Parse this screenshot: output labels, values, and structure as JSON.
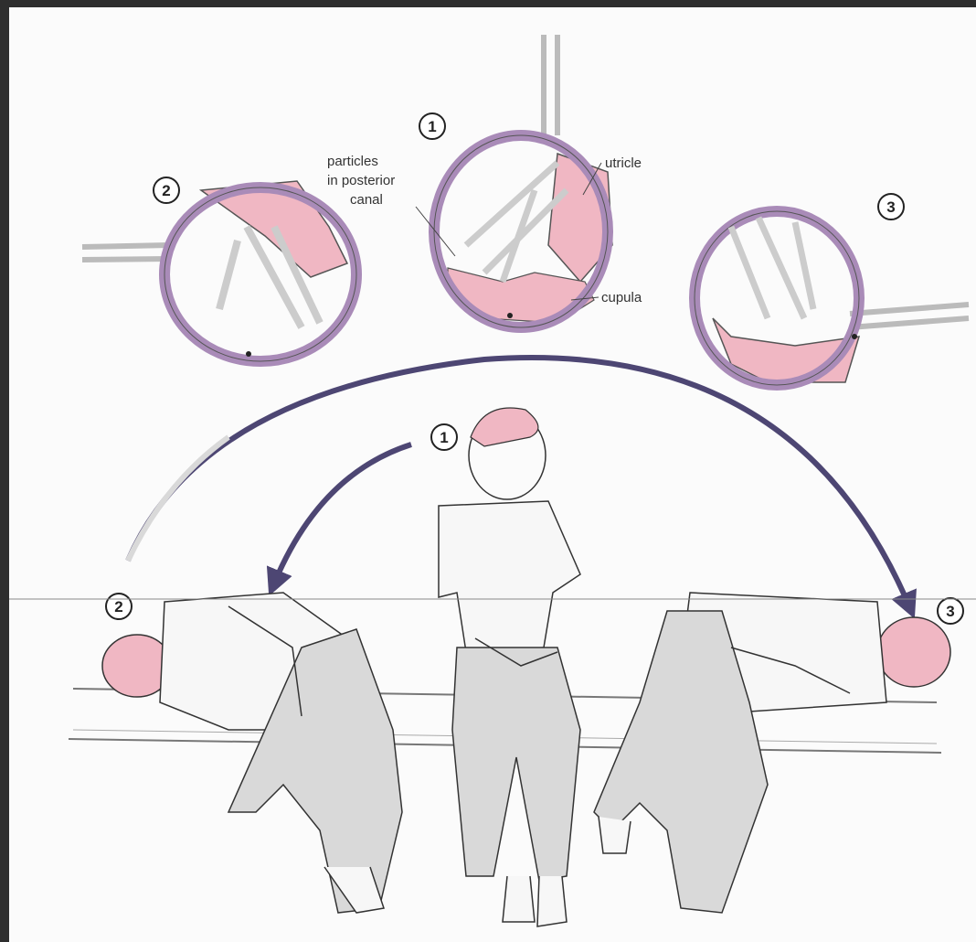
{
  "labels": {
    "particles": [
      "particles",
      "in posterior",
      "canal"
    ],
    "utricle": "utricle",
    "cupula": "cupula"
  },
  "steps": [
    "1",
    "2",
    "3"
  ],
  "colors": {
    "canal_ring": "#a98bb8",
    "canal_fill": "#f0b7c3",
    "arrow": "#4d4673",
    "line": "#3b3b3b",
    "clothes": "#d9d9d9"
  }
}
